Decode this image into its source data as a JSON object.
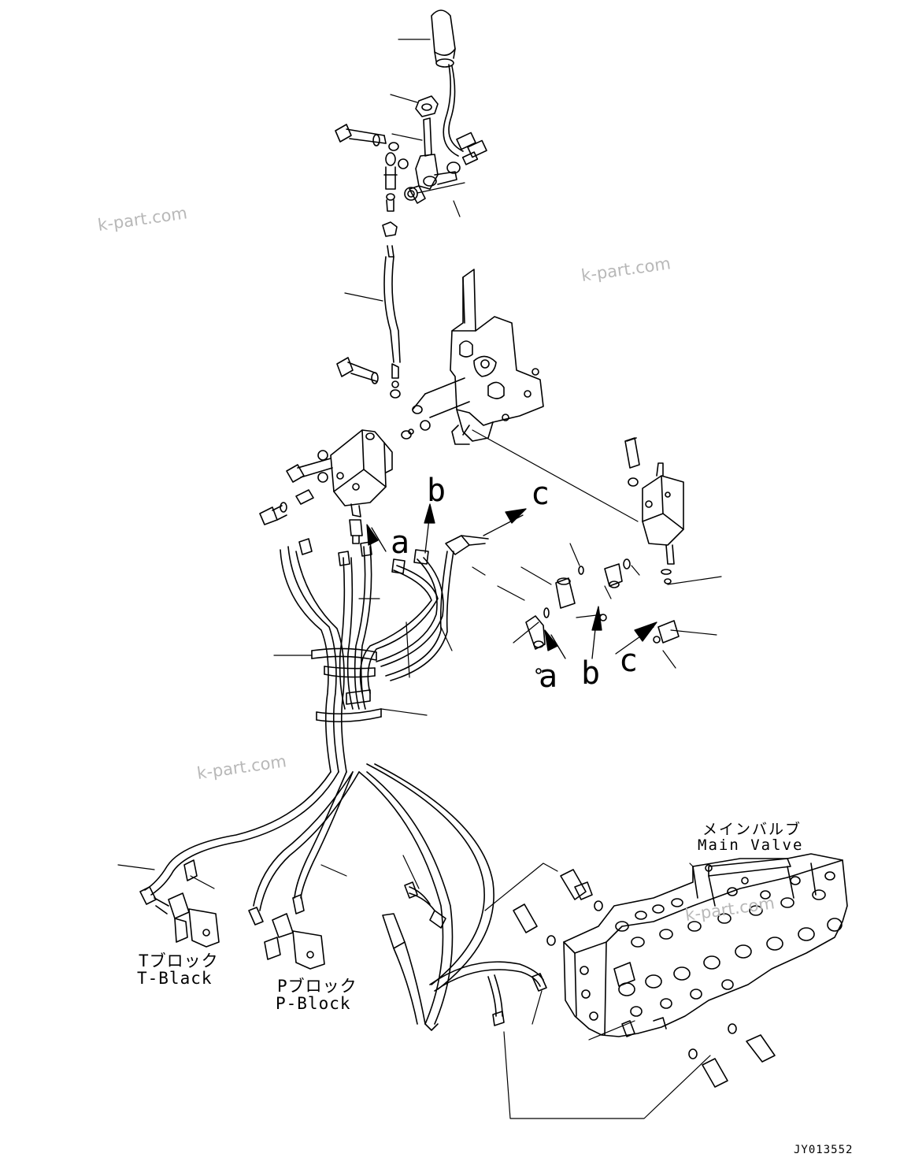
{
  "watermarks": [
    "k-part.com",
    "k-part.com",
    "k-part.com",
    "k-part.com"
  ],
  "callouts": {
    "upper_a": "a",
    "upper_b": "b",
    "upper_c": "c",
    "lower_a": "a",
    "lower_b": "b",
    "lower_c": "c"
  },
  "main_valve": {
    "jp": "メインバルブ",
    "en": "Main Valve"
  },
  "t_block": {
    "jp": "Tブロック",
    "en": "T-Black"
  },
  "p_block": {
    "jp": "Pブロック",
    "en": "P-Block"
  },
  "drawing_code": "JY013552"
}
